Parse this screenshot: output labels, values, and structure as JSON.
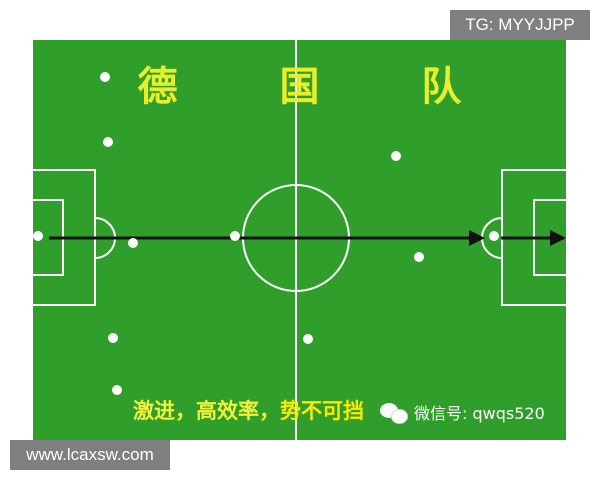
{
  "pitch": {
    "title": "德 国 队",
    "slogan_part1": "激进，高效率，",
    "slogan_part2": "势不可挡",
    "wechat_label": "微信号: qwqs520",
    "grass_color": "#2f9e2a",
    "line_color": "#ffffff",
    "title_color": "#e8ef2a",
    "arrow_color": "#111111",
    "player_count": 11
  },
  "watermarks": {
    "top_right": "TG: MYYJJPP",
    "bottom_left": "www.lcaxsw.com"
  }
}
